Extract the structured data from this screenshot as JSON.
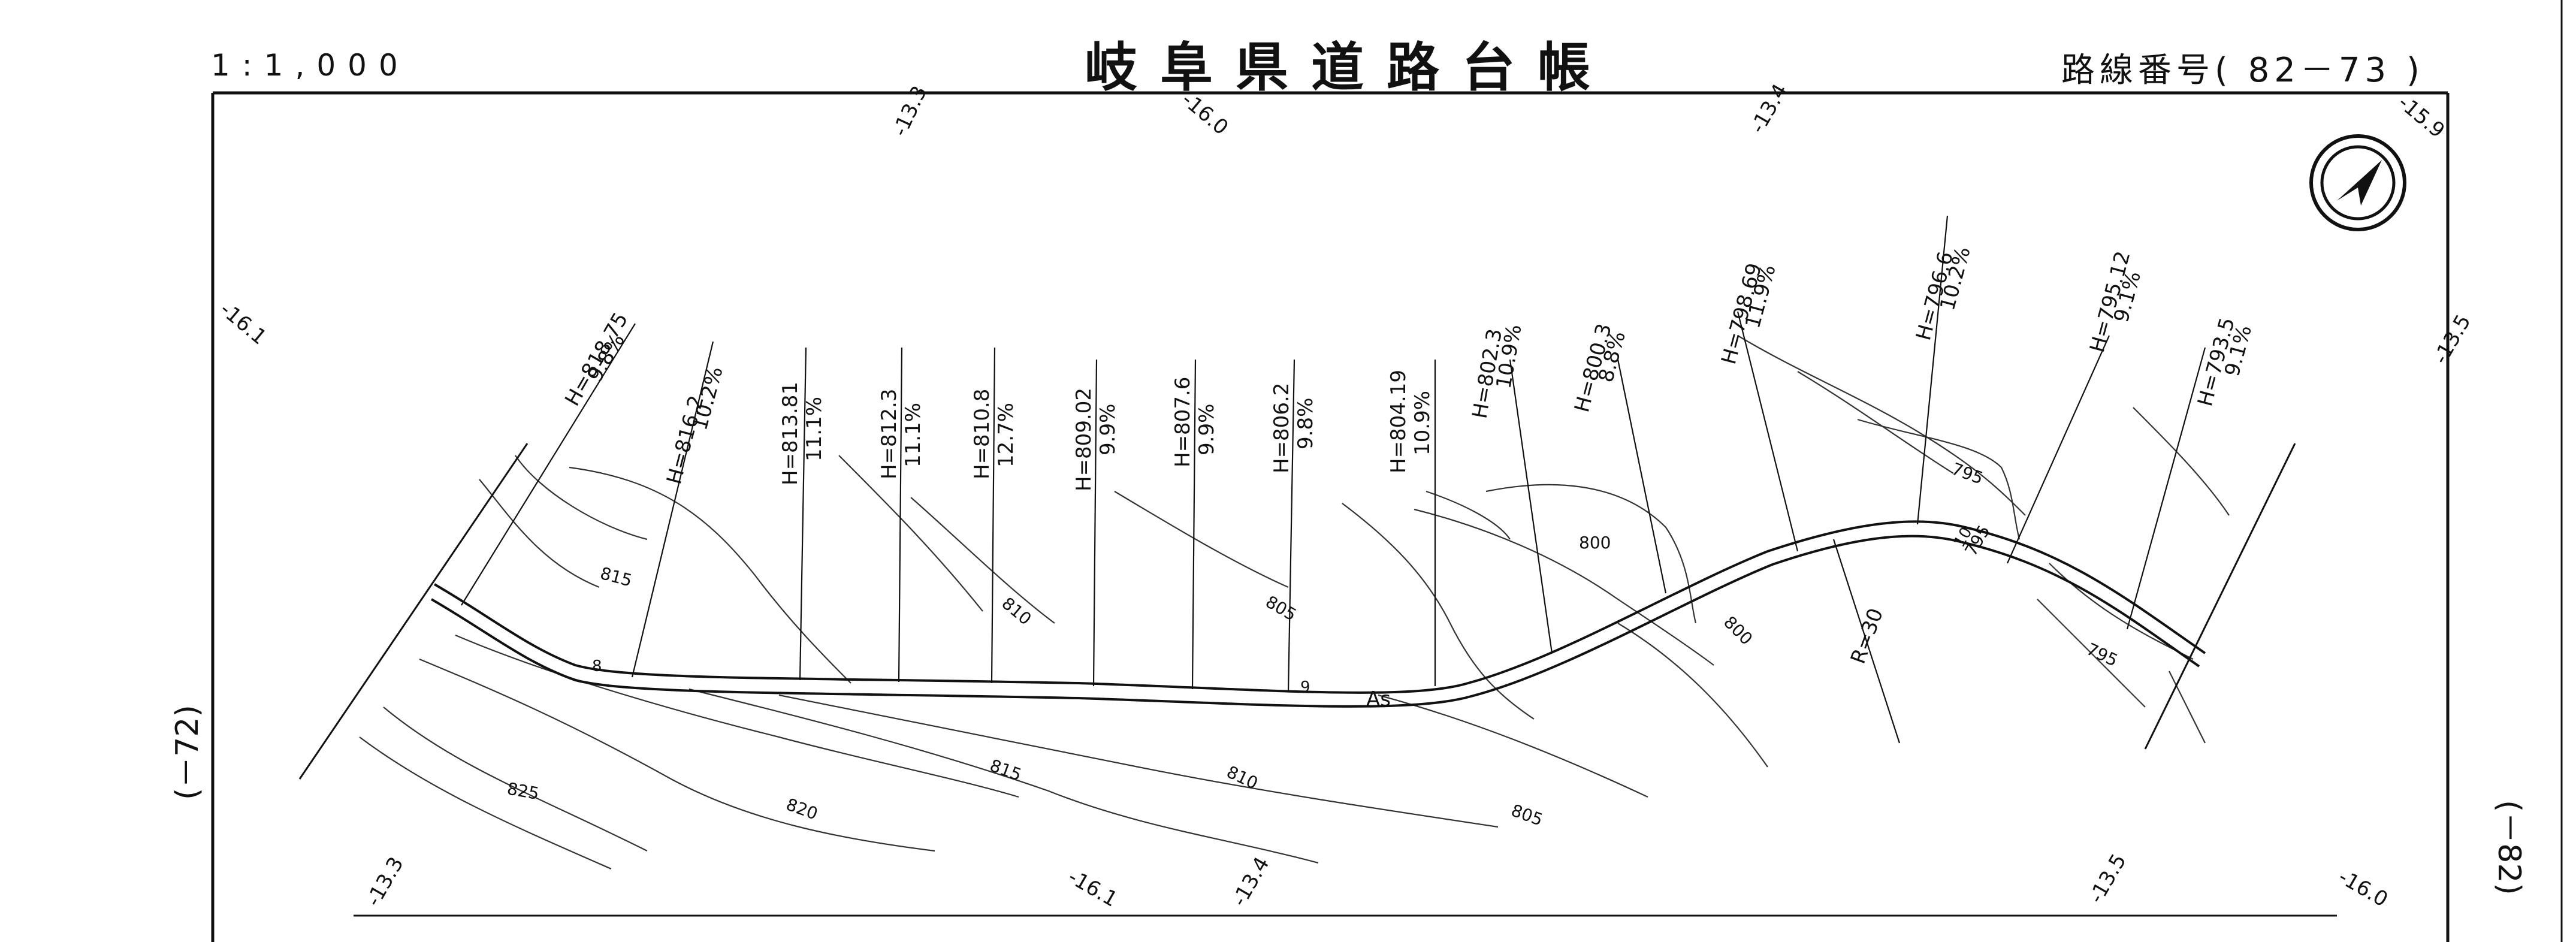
{
  "header": {
    "title": "岐阜県道路台帳",
    "scale": "1:1,000",
    "route_number": "路線番号( 82－73 )"
  },
  "side_labels": {
    "left": "(－72)",
    "right": "(－82)"
  },
  "map": {
    "north_arrow": "north-arrow-icon",
    "surface_label": "As",
    "curve_radius": "R=30",
    "station_marks": [
      "8",
      "9",
      "10"
    ],
    "profile_points": [
      {
        "height": "H=818.75",
        "grade": "9.8%"
      },
      {
        "height": "H=816.2",
        "grade": "10.2%"
      },
      {
        "height": "H=813.81",
        "grade": "11.1%"
      },
      {
        "height": "H=812.3",
        "grade": "11.1%"
      },
      {
        "height": "H=810.8",
        "grade": "12.7%"
      },
      {
        "height": "H=809.02",
        "grade": "9.9%"
      },
      {
        "height": "H=807.6",
        "grade": "9.9%"
      },
      {
        "height": "H=806.2",
        "grade": "9.8%"
      },
      {
        "height": "H=804.19",
        "grade": "10.9%"
      },
      {
        "height": "H=802.3",
        "grade": "10.9%"
      },
      {
        "height": "H=800.3",
        "grade": "8.8%"
      },
      {
        "height": "H=798.69",
        "grade": "11.9%"
      },
      {
        "height": "H=796.6",
        "grade": "10.2%"
      },
      {
        "height": "H=795.12",
        "grade": "9.1%"
      },
      {
        "height": "H=793.5",
        "grade": "9.1%"
      }
    ],
    "contour_labels": [
      "825",
      "820",
      "815",
      "815",
      "810",
      "810",
      "805",
      "805",
      "800",
      "800",
      "795",
      "795",
      "795"
    ],
    "grid_ticks": [
      "-13.3",
      "-16.0",
      "-13.4",
      "-15.9",
      "-16.1",
      "-13.5",
      "-13.3",
      "-16.1",
      "-13.4",
      "-13.5",
      "-16.0"
    ]
  }
}
